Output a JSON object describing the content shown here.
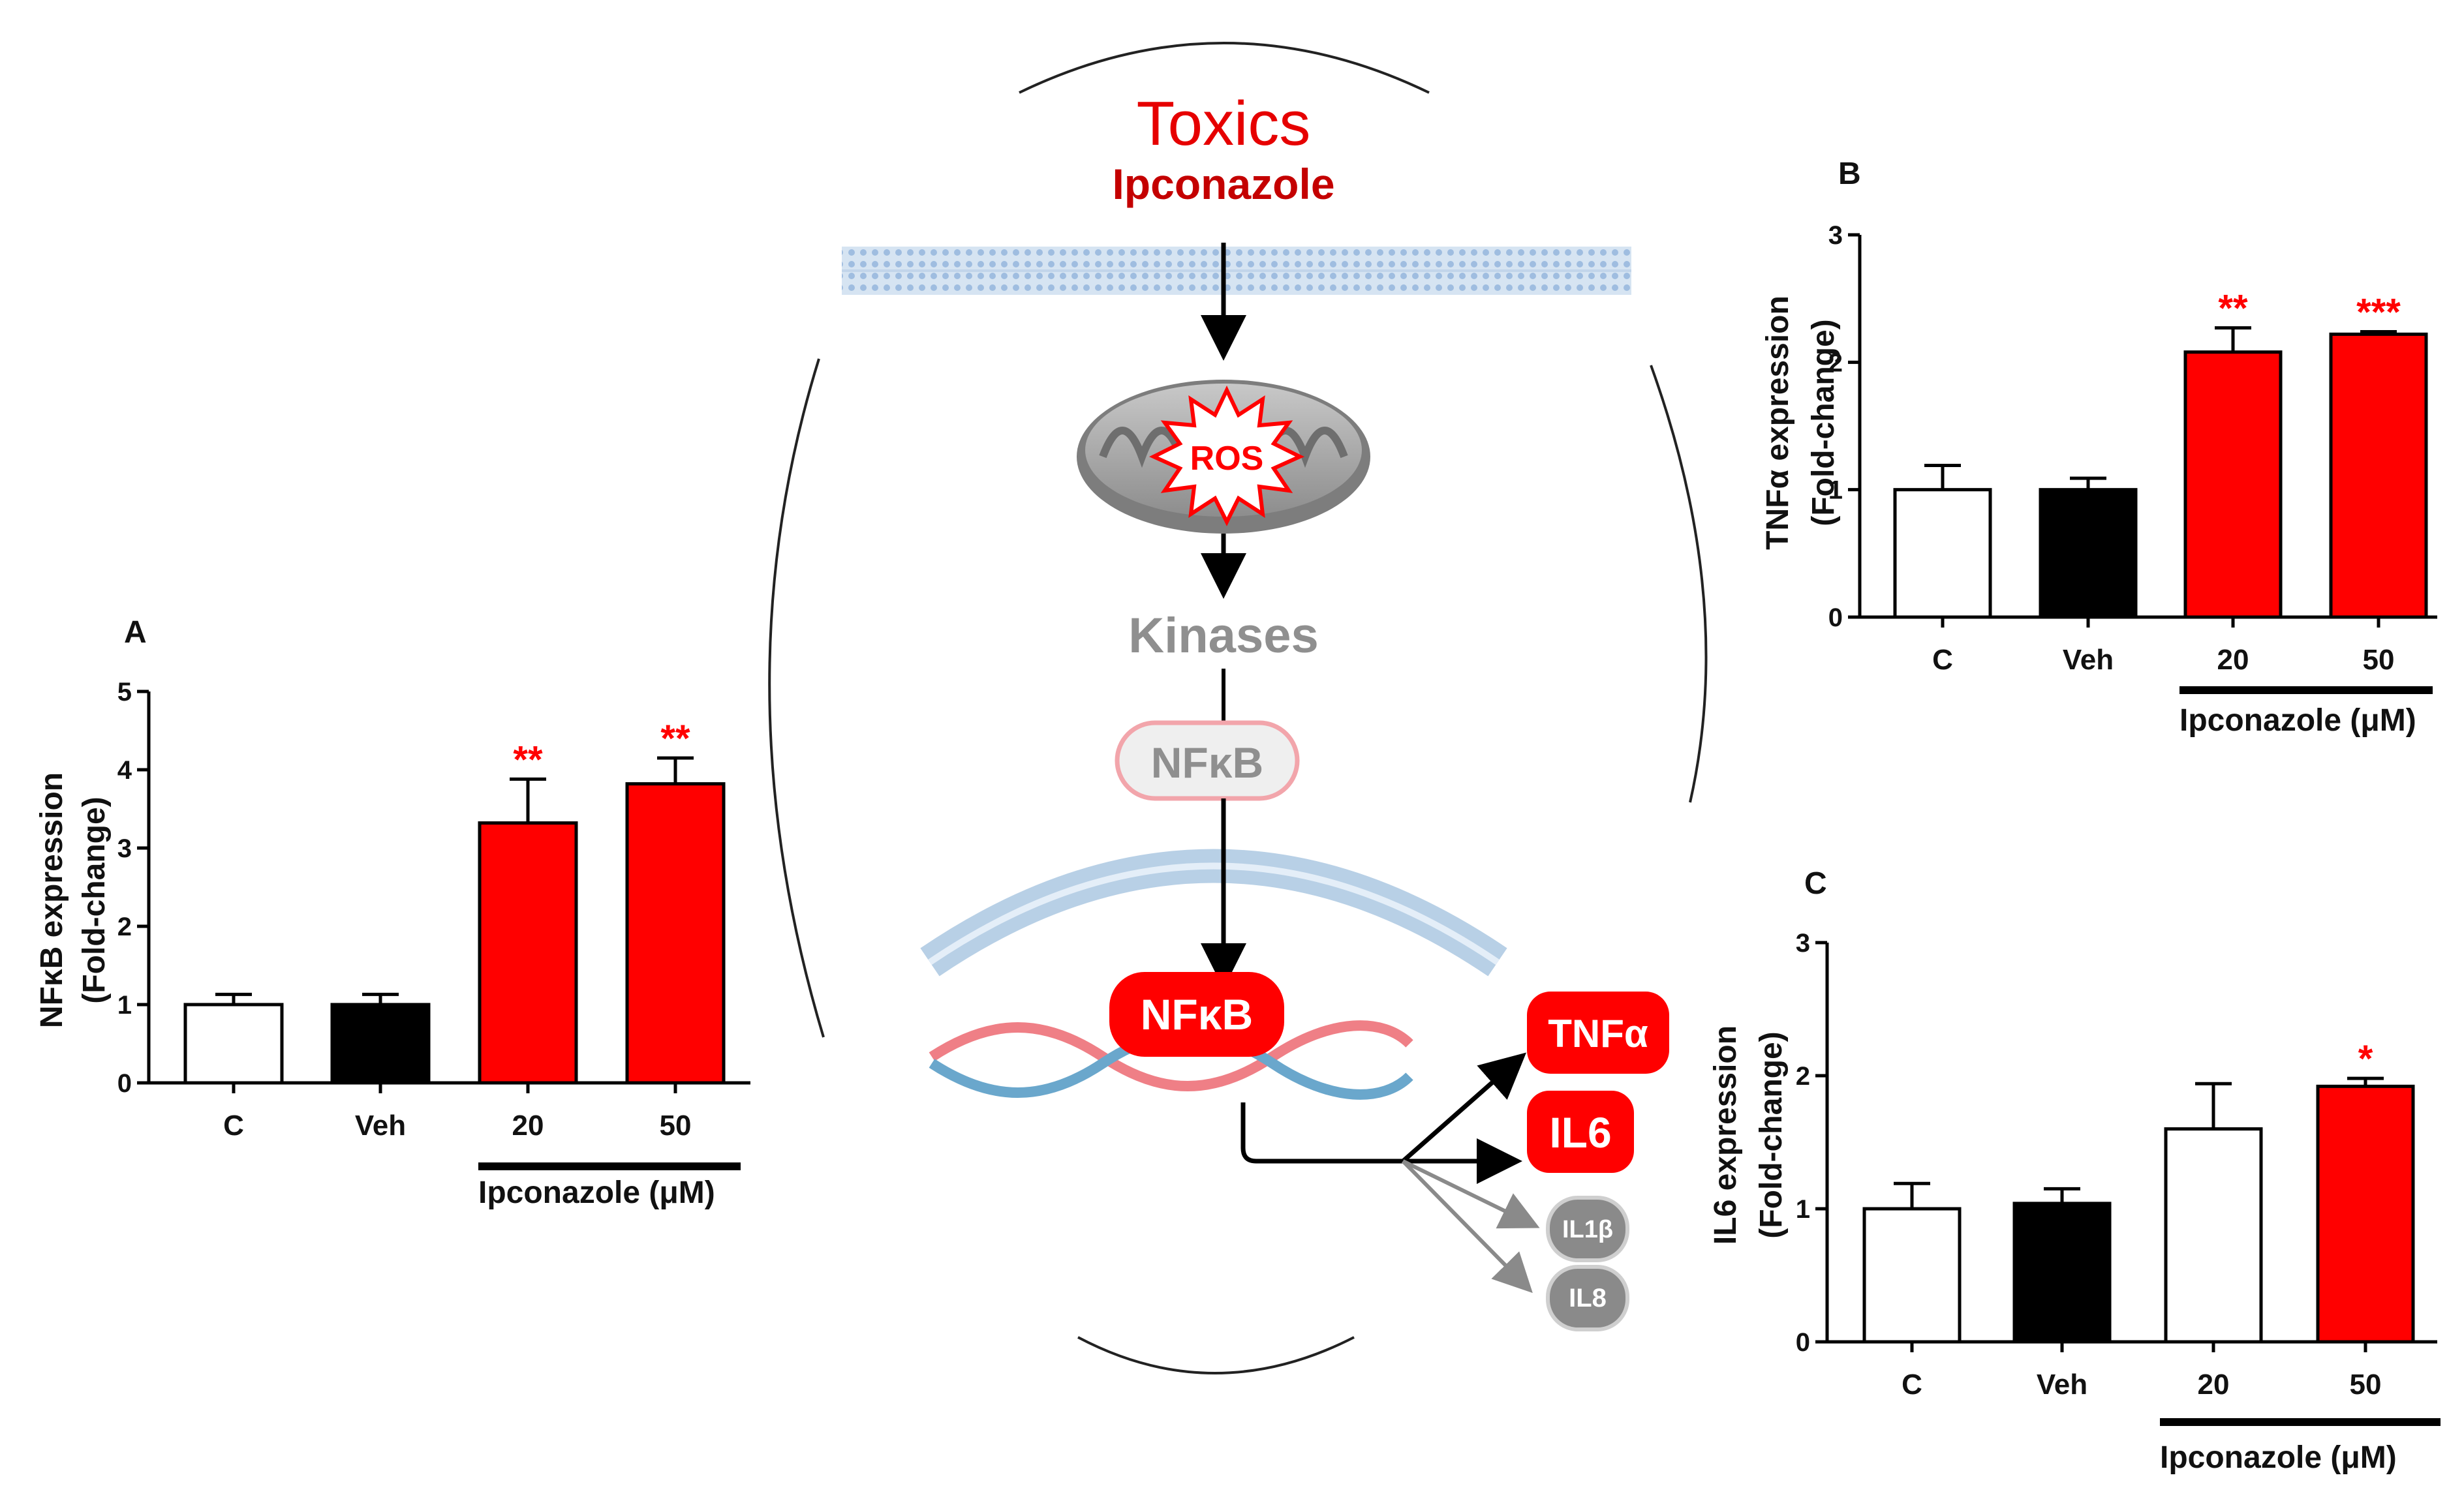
{
  "colors": {
    "red": "#ff0000",
    "dark_red": "#d10000",
    "black": "#000000",
    "grey_text": "#8f8f8f",
    "membrane_blue": "#a9c4e0",
    "dna_red": "#ef7f86",
    "dna_blue": "#6aa7cc",
    "cytokine_grey": "#8a8a8a"
  },
  "diagram": {
    "toxics": "Toxics",
    "compound": "Ipconazole",
    "ros": "ROS",
    "kinases": "Kinases",
    "nfkb_cyto": "NFκB",
    "nfkb_nuc": "NFκB",
    "tnfa": "TNFα",
    "il6": "IL6",
    "il1b": "IL1β",
    "il8": "IL8",
    "icons": [
      "mitochondrion-icon",
      "dna-icon",
      "cell-membrane-icon",
      "nuclear-envelope-icon"
    ]
  },
  "chart_data": [
    {
      "panel": "A",
      "type": "bar",
      "categories": [
        "C",
        "Veh",
        "20",
        "50"
      ],
      "values": [
        1.0,
        1.0,
        3.32,
        3.82
      ],
      "errors": [
        0.13,
        0.13,
        0.56,
        0.33
      ],
      "significance": [
        "",
        "",
        "**",
        "**"
      ],
      "bar_colors": [
        "#ffffff",
        "#000000",
        "#ff0000",
        "#ff0000"
      ],
      "ylabel_line1": "NFκB expression",
      "ylabel_line2": "(Fold-change)",
      "ylim": [
        0,
        5
      ],
      "yticks": [
        0,
        1,
        2,
        3,
        4,
        5
      ],
      "group_label": "Ipconazole (μM)"
    },
    {
      "panel": "B",
      "type": "bar",
      "categories": [
        "C",
        "Veh",
        "20",
        "50"
      ],
      "values": [
        1.0,
        1.0,
        2.08,
        2.22
      ],
      "errors": [
        0.19,
        0.09,
        0.19,
        0.02
      ],
      "significance": [
        "",
        "",
        "**",
        "***"
      ],
      "bar_colors": [
        "#ffffff",
        "#000000",
        "#ff0000",
        "#ff0000"
      ],
      "ylabel_line1": "TNFα expression",
      "ylabel_line2": "(Fold-change)",
      "ylim": [
        0,
        3
      ],
      "yticks": [
        0,
        1,
        2,
        3
      ],
      "group_label": "Ipconazole (μM)"
    },
    {
      "panel": "C",
      "type": "bar",
      "categories": [
        "C",
        "Veh",
        "20",
        "50"
      ],
      "values": [
        1.0,
        1.04,
        1.6,
        1.92
      ],
      "errors": [
        0.19,
        0.11,
        0.34,
        0.06
      ],
      "significance": [
        "",
        "",
        "",
        "*"
      ],
      "bar_colors": [
        "#ffffff",
        "#000000",
        "#ffffff",
        "#ff0000"
      ],
      "ylabel_line1": "IL6 expression",
      "ylabel_line2": "(Fold-change)",
      "ylim": [
        0,
        3
      ],
      "yticks": [
        0,
        1,
        2,
        3
      ],
      "group_label": "Ipconazole (μM)"
    }
  ]
}
